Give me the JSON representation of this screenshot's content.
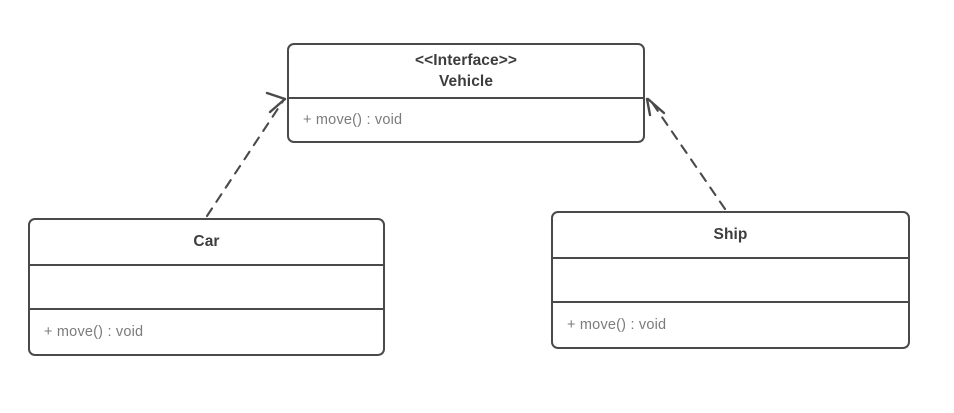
{
  "diagram": {
    "kind": "uml-class-diagram",
    "title": "Vehicle interface realization",
    "background_color": "#ffffff",
    "stroke_color": "#4a4a4a",
    "title_text_color": "#3d3d3d",
    "member_text_color": "#7b7b7b"
  },
  "classes": [
    {
      "id": "vehicle",
      "stereotype": "<<Interface>>",
      "name": "Vehicle",
      "attributes": [],
      "operations": [
        "+ move() : void"
      ]
    },
    {
      "id": "car",
      "stereotype": "",
      "name": "Car",
      "attributes": [
        ""
      ],
      "operations": [
        "+ move() : void"
      ]
    },
    {
      "id": "ship",
      "stereotype": "",
      "name": "Ship",
      "attributes": [
        ""
      ],
      "operations": [
        "+ move() : void"
      ]
    }
  ],
  "relationships": [
    {
      "id": "car-realizes-vehicle",
      "type": "realization",
      "line_style": "dashed",
      "arrow_head": "open-v",
      "source": "Car",
      "target": "Vehicle",
      "label": ""
    },
    {
      "id": "ship-realizes-vehicle",
      "type": "realization",
      "line_style": "dashed",
      "arrow_head": "open-v",
      "source": "Ship",
      "target": "Vehicle",
      "label": ""
    }
  ]
}
